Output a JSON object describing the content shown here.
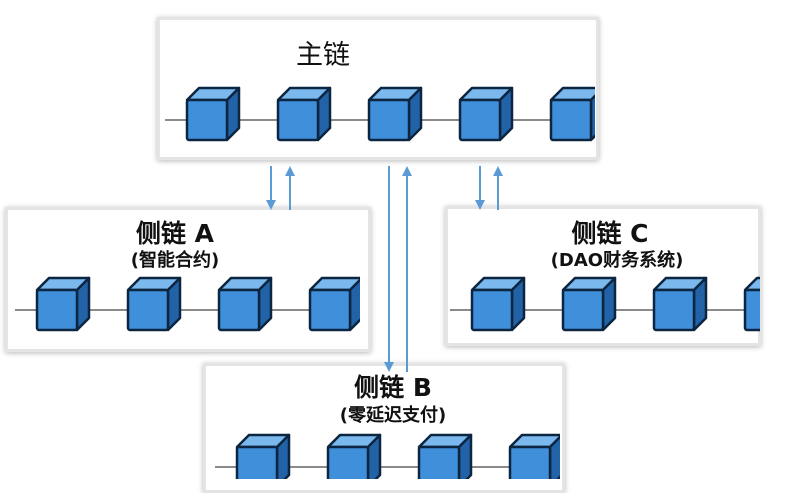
{
  "colors": {
    "block_front": "#3f8fdb",
    "block_top": "#7ab8ee",
    "block_side": "#2263a8",
    "block_outline": "#0c2540",
    "chain_line": "#8a8a8a",
    "connector": "#5b9bd5"
  },
  "main_chain": {
    "title": "主链",
    "blocks": 5
  },
  "side_a": {
    "title": "侧链 A",
    "subtitle": "(智能合约)",
    "blocks": 4
  },
  "side_b": {
    "title": "侧链 B",
    "subtitle": "(零延迟支付)",
    "blocks": 4
  },
  "side_c": {
    "title": "侧链 C",
    "subtitle": "(DAO财务系统)",
    "blocks": 4
  }
}
